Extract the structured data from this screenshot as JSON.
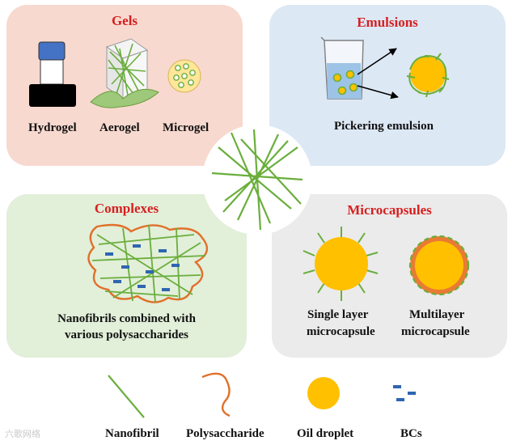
{
  "colors": {
    "gels_bg": "#f7d9cf",
    "emulsions_bg": "#dde8f5",
    "complexes_bg": "#e2efd9",
    "microcapsules_bg": "#ebebeb",
    "title_red": "#d62020",
    "fibril_green": "#6aae3c",
    "polysaccharide_orange": "#e0702a",
    "oil_yellow": "#ffc000",
    "bc_blue": "#2e66b0"
  },
  "panels": {
    "gels": {
      "title": "Gels",
      "labels": [
        "Hydrogel",
        "Aerogel",
        "Microgel"
      ]
    },
    "emulsions": {
      "title": "Emulsions",
      "labels": [
        "Pickering emulsion"
      ]
    },
    "complexes": {
      "title": "Complexes",
      "labels": [
        "Nanofibrils combined with",
        "various polysaccharides"
      ]
    },
    "microcapsules": {
      "title": "Microcapsules",
      "labels": [
        "Single layer",
        "microcapsule",
        "Multilayer",
        "microcapsule"
      ]
    }
  },
  "legend": [
    "Nanofibril",
    "Polysaccharide",
    "Oil droplet",
    "BCs"
  ],
  "watermark": "六歌网络"
}
